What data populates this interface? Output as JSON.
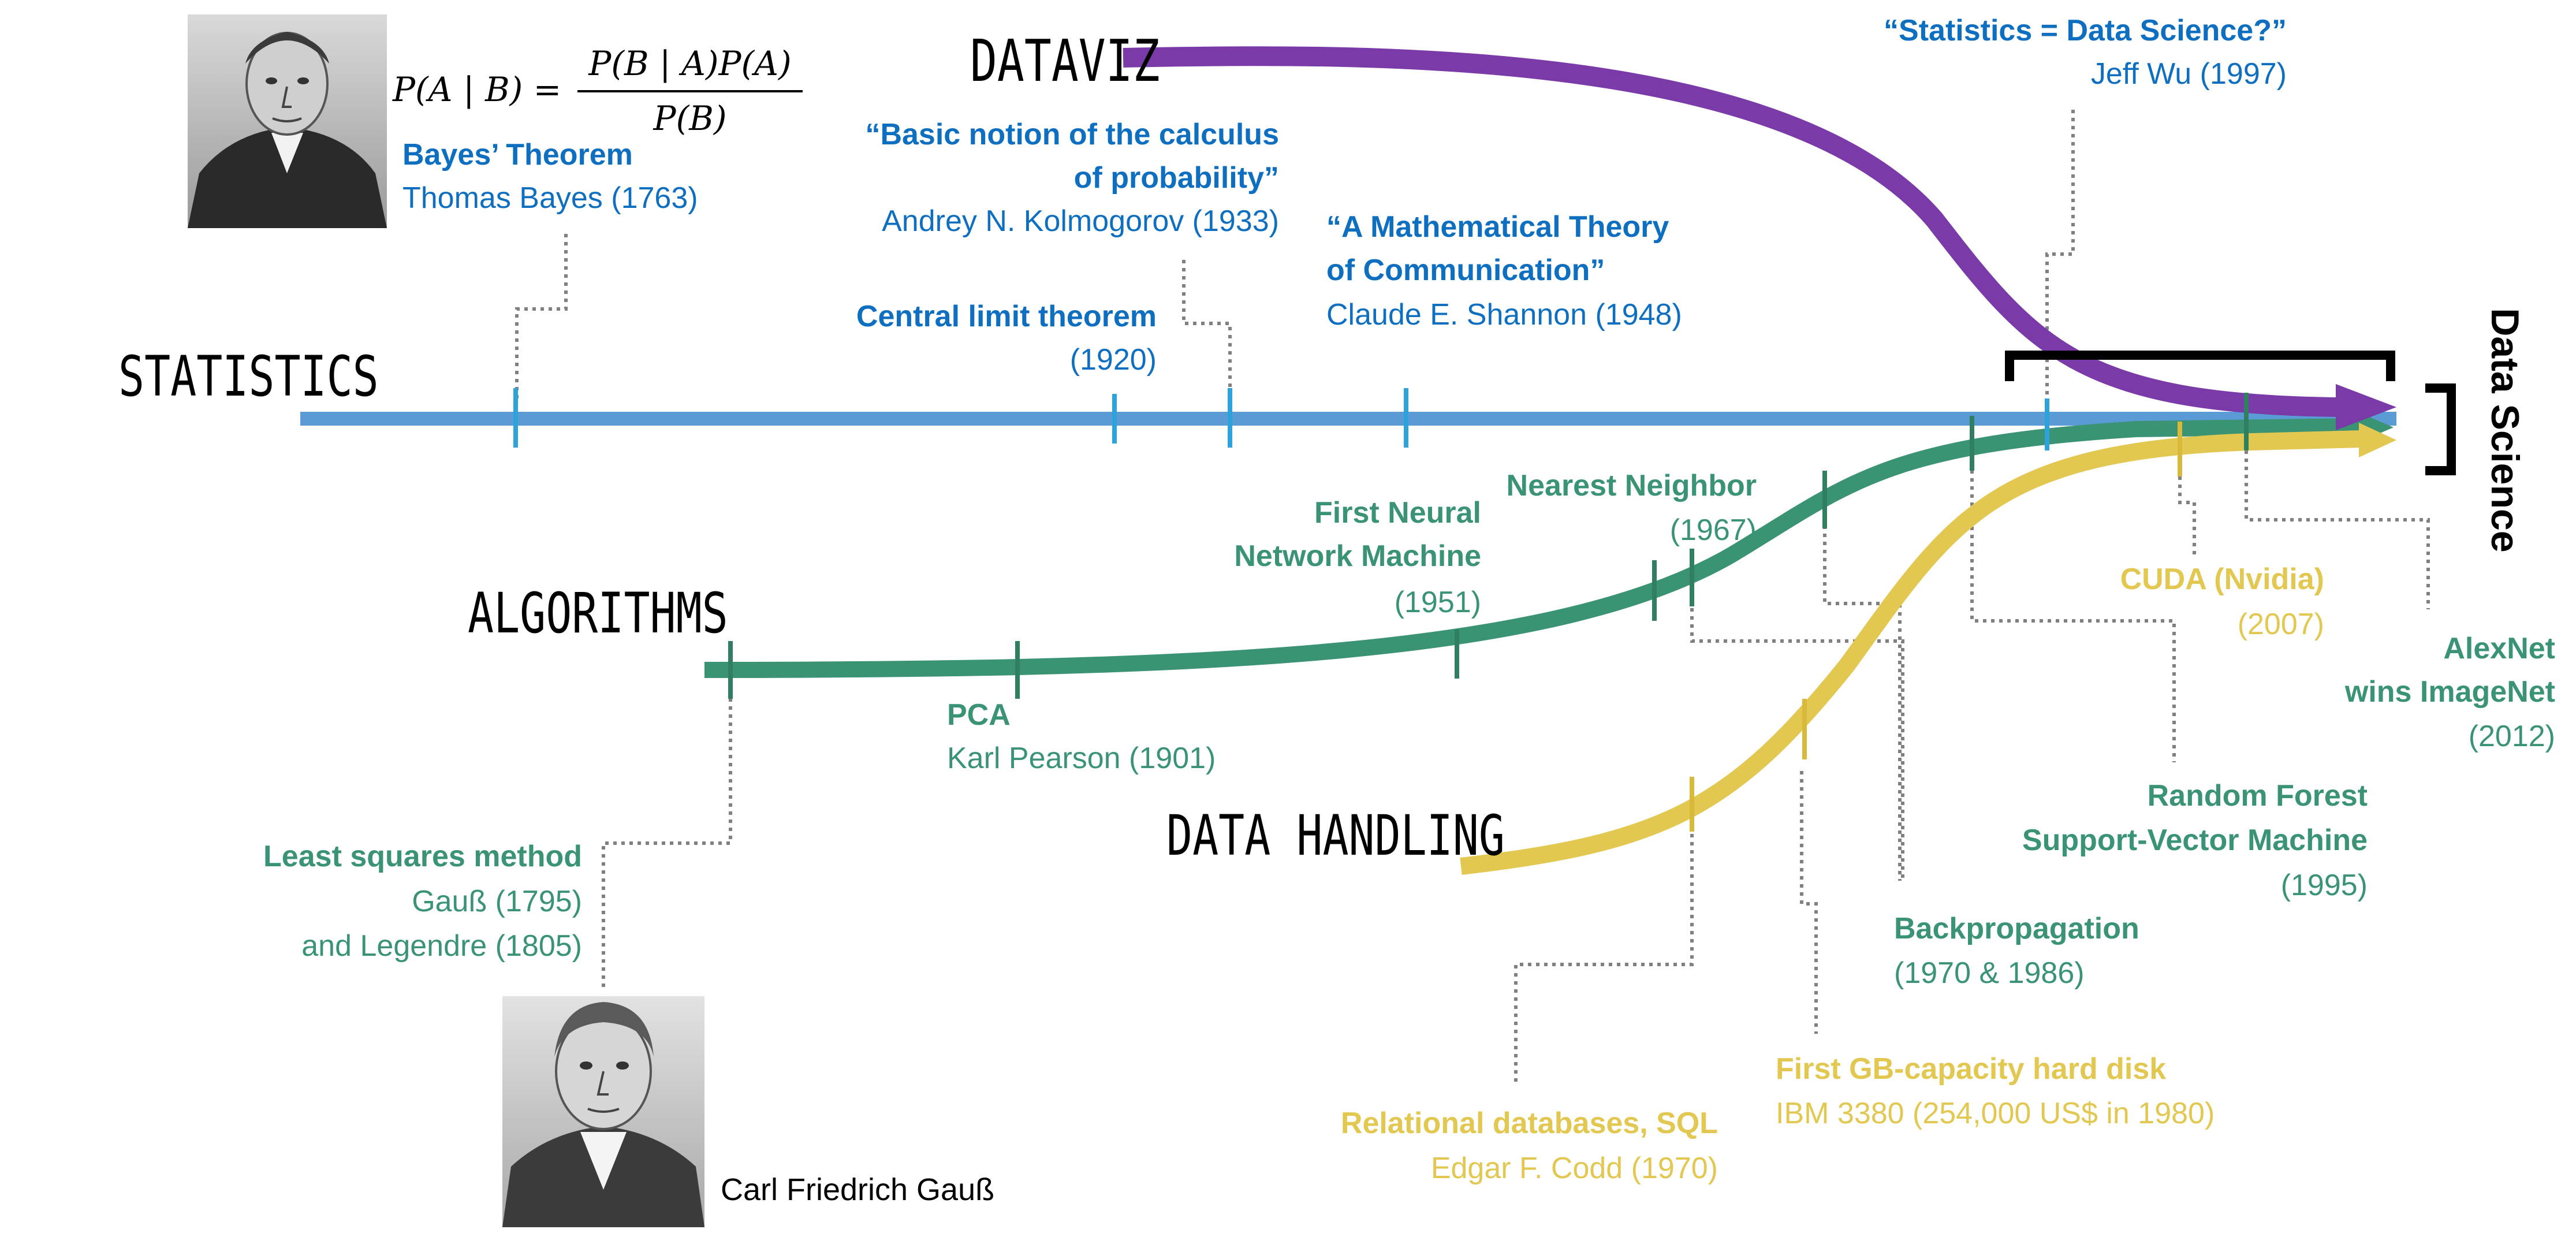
{
  "colors": {
    "statistics": "#5B9BD5",
    "statistics_text": "#0E6FC0",
    "algorithms": "#3A9474",
    "data_handling": "#E2C750",
    "dataviz": "#7A3AA8",
    "leader": "#808080",
    "ink": "#000000"
  },
  "streams": {
    "statistics": "STATISTICS",
    "dataviz": "DATAVIZ",
    "algorithms": "ALGORITHMS",
    "data_handling": "DATA HANDLING"
  },
  "result": "Data Science",
  "formula": {
    "lhs": "P(A | B) =",
    "numerator": "P(B | A)P(A)",
    "denominator": "P(B)"
  },
  "events": {
    "bayes": {
      "title": "Bayes’ Theorem",
      "detail": "Thomas Bayes (1763)"
    },
    "kolmogorov": {
      "title_1": "“Basic notion of the calculus",
      "title_2": "of probability”",
      "detail": "Andrey N. Kolmogorov (1933)"
    },
    "clt": {
      "title": "Central limit theorem",
      "detail": "(1920)"
    },
    "shannon": {
      "title_1": "“A Mathematical Theory",
      "title_2": "of Communication”",
      "detail": "Claude E. Shannon (1948)"
    },
    "wu": {
      "title": "“Statistics = Data Science?”",
      "detail": "Jeff Wu (1997)"
    },
    "neural": {
      "title_1": "First Neural",
      "title_2": "Network Machine",
      "detail": "(1951)"
    },
    "nn": {
      "title": "Nearest Neighbor",
      "detail": "(1967)"
    },
    "pca": {
      "title": "PCA",
      "detail": "Karl Pearson (1901)"
    },
    "lsq": {
      "title": "Least squares method",
      "detail_1": "Gauß (1795)",
      "detail_2": "and Legendre (1805)"
    },
    "cuda": {
      "title": "CUDA (Nvidia)",
      "detail": "(2007)"
    },
    "alexnet": {
      "title_1": "AlexNet",
      "title_2": "wins ImageNet",
      "detail": "(2012)"
    },
    "rf": {
      "title_1": "Random Forest",
      "title_2": "Support-Vector Machine",
      "detail": "(1995)"
    },
    "backprop": {
      "title": "Backpropagation",
      "detail": "(1970 & 1986)"
    },
    "gb": {
      "title": "First GB-capacity hard disk",
      "detail": "IBM 3380 (254,000 US$ in 1980)"
    },
    "sql": {
      "title": "Relational databases, SQL",
      "detail": "Edgar F. Codd (1970)"
    }
  },
  "portraits": {
    "gauss_caption": "Carl Friedrich Gauß"
  }
}
